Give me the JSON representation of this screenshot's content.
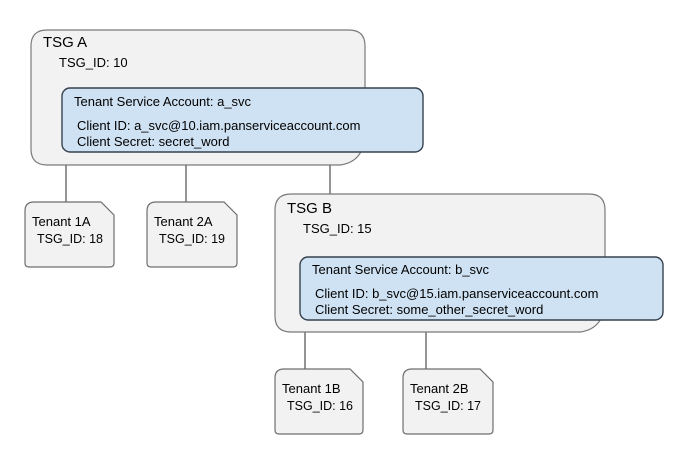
{
  "colors": {
    "background": "#ffffff",
    "group_fill": "#f2f2f2",
    "group_border": "#7a7a7a",
    "tenant_fill": "#f2f2f2",
    "tenant_border": "#6e6e6e",
    "service_account_fill": "#cfe2f3",
    "service_account_border": "#36414e",
    "connector": "#4d4d4d",
    "text": "#000000"
  },
  "groups": [
    {
      "name": "TSG A",
      "tsg_id_label": "TSG_ID: 10",
      "service_account": {
        "title": "Tenant Service Account: a_svc",
        "client_id": "Client ID: a_svc@10.iam.panserviceaccount.com",
        "client_secret": "Client Secret: secret_word"
      },
      "tenants": [
        {
          "title": "Tenant 1A",
          "tsg_id_label": "TSG_ID: 18"
        },
        {
          "title": "Tenant 2A",
          "tsg_id_label": "TSG_ID: 19"
        }
      ]
    },
    {
      "name": "TSG B",
      "tsg_id_label": "TSG_ID: 15",
      "service_account": {
        "title": "Tenant Service Account: b_svc",
        "client_id": "Client ID: b_svc@15.iam.panserviceaccount.com",
        "client_secret": "Client Secret: some_other_secret_word"
      },
      "tenants": [
        {
          "title": "Tenant 1B",
          "tsg_id_label": "TSG_ID: 16"
        },
        {
          "title": "Tenant 2B",
          "tsg_id_label": "TSG_ID: 17"
        }
      ]
    }
  ]
}
